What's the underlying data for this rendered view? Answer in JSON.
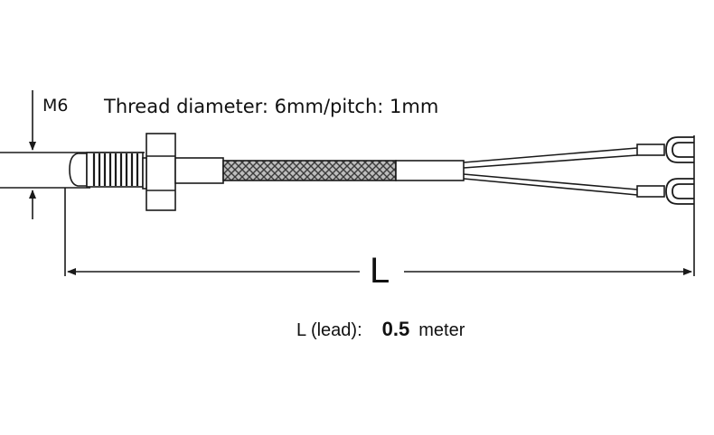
{
  "diagram": {
    "subject": "Thermocouple probe with M6 threaded tip, braided lead and spade terminals",
    "labels": {
      "thread_size": "M6",
      "thread_spec": "Thread diameter: 6mm/pitch: 1mm",
      "length_symbol": "L",
      "lead_prefix": "L (lead):",
      "lead_value": "0.5",
      "lead_unit": "meter"
    },
    "colors": {
      "line": "#1a1a1a",
      "background": "#ffffff",
      "braid": "#555555"
    }
  }
}
